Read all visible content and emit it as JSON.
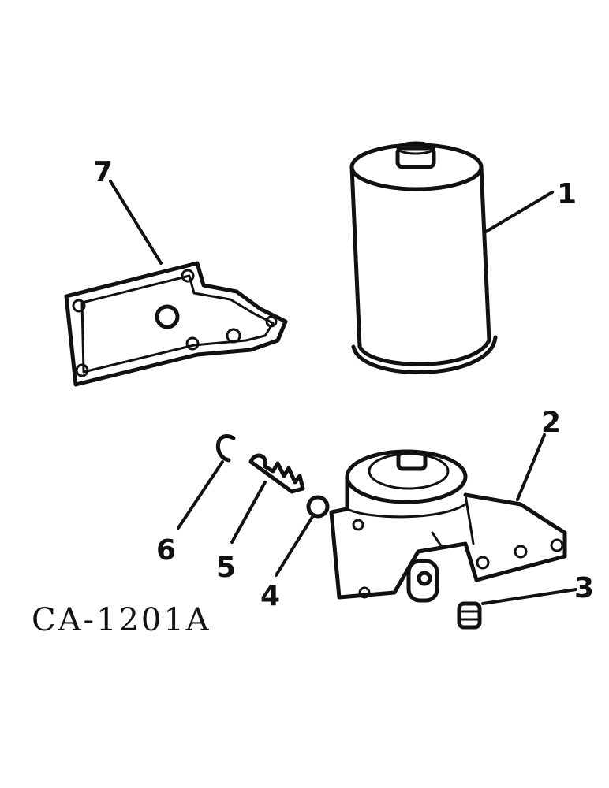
{
  "figure_id": "CA-1201A",
  "callouts": [
    {
      "id": "1",
      "part": "filter-element"
    },
    {
      "id": "2",
      "part": "filter-base"
    },
    {
      "id": "3",
      "part": "plug"
    },
    {
      "id": "4",
      "part": "ball"
    },
    {
      "id": "5",
      "part": "spring"
    },
    {
      "id": "6",
      "part": "retaining-ring"
    },
    {
      "id": "7",
      "part": "gasket"
    }
  ]
}
